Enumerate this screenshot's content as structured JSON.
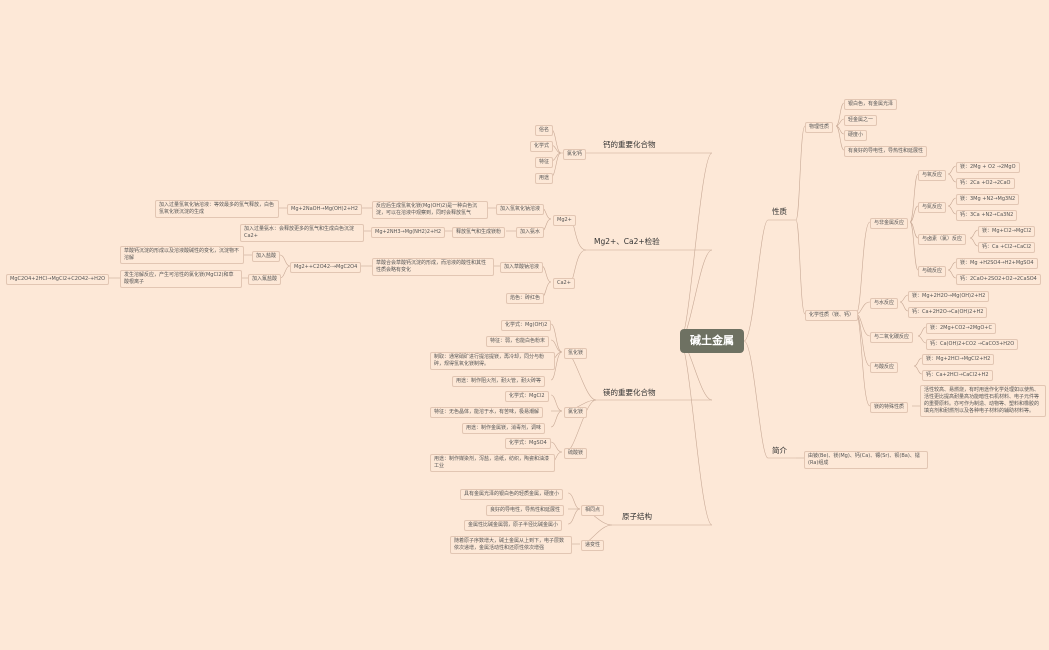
{
  "root": "碱土金属",
  "right": {
    "properties": {
      "label": "性质",
      "physical": {
        "label": "物理性质",
        "items": [
          "银白色，有金属光泽",
          "轻金属之一",
          "硬度小",
          "有良好的导电性，导热性和延展性"
        ]
      },
      "chemical": {
        "label": "化学性质（镁、钙）",
        "nonmetal": {
          "label": "与非金属反应",
          "groups": [
            {
              "label": "与氧反应",
              "items": [
                "镁：2Mg + O2 →2MgO",
                "钙：2Ca +O2→2CaO"
              ]
            },
            {
              "label": "与氮反应",
              "items": [
                "镁：3Mg +N2→Mg3N2",
                "钙：3Ca +N2→Ca3N2"
              ]
            },
            {
              "label": "与卤素（氯）反应",
              "items": [
                "镁：Mg+Cl2→MgCl2",
                "钙：Ca +Cl2→CaCl2"
              ]
            },
            {
              "label": "与硫反应",
              "items": [
                "镁：Mg +H2SO4→H2+MgSO4",
                "钙：2CaO+2SO2+O2→2CaSO4"
              ]
            }
          ]
        },
        "water": {
          "label": "与水反应",
          "items": [
            "镁：Mg+2H2O→Mg(OH)2+H2",
            "钙：Ca+2H2O→Ca(OH)2+H2"
          ]
        },
        "co2": {
          "label": "与二氧化碳反应",
          "items": [
            "镁：2Mg+CO2→2MgO+C",
            "钙：Ca(OH)2+CO2 →CaCO3+H2O"
          ]
        },
        "acid": {
          "label": "与酸反应",
          "items": [
            "镁：Mg+2HCl→MgCl2+H2",
            "钙：Ca+2HCl→CaCl2+H2"
          ]
        },
        "special": {
          "label": "镁的特殊性质",
          "text": "活性较高、易燃烧，有时用途作化学处理如以使热、活性更比提高耐量高功能暗性石机材料、电子元件等的重要原料。亦可作为制造、动物等、塑料和橡胶的填充剂和耐燃剂以及各种电子材料的辅助材料等。"
        }
      }
    },
    "intro": {
      "label": "简介",
      "text": "由铍(Be)、镁(Mg)、钙(Ca)、锶(Sr)、钡(Ba)、镭(Ra)组成"
    }
  },
  "left": {
    "calcium": {
      "label": "钙的重要化合物",
      "sub": "氯化钙",
      "items": [
        "俗名",
        "化学式",
        "特征",
        "用途"
      ]
    },
    "test": {
      "label": "Mg2+、Ca2+检验",
      "mg": {
        "label": "Mg2+",
        "naoh": {
          "label": "加入氢氧化钠溶液",
          "desc": "反应后生成氢氧化镁(Mg(OH)2)是一种白色沉淀，可以在溶液中观察到，同时会释放氢气",
          "eq": "Mg+2NaOH→Mg(OH)2+H2",
          "note": "加入过量氢氧化钠溶液：等效最多的氢气释放，白色氢氧化镁沉淀的生成"
        },
        "ammonia": {
          "label": "加入氨水",
          "desc": "释放氢气和生成镁粉",
          "eq": "Mg+2NH3→Mg(NH2)2+H2",
          "note": "加入过量氨水：会释放更多的氢气和生成白色沉淀Ca2+"
        }
      },
      "ca": {
        "label": "Ca2+",
        "oxalate": {
          "label": "加入草酸钠溶液",
          "desc": "草酸合会草酸钙沉淀的形成，而溶液的酸性和其性性质会略有变化",
          "eq": "Mg2++C2O42-→MgC2O4",
          "acid": {
            "label": "加入盐酸",
            "note": "草酸钙沉淀的形成以及溶液酸碱性的变化，沉淀物不溶解"
          },
          "flux": {
            "label": "加入氟盐酸",
            "note": "发生溶解反应，产生可溶性的氯化镁(MgCl2)和草酸根离子",
            "eq": "MgC2O4+2HCl→MgCl2+C2O42-+H2O"
          }
        },
        "flame": "焰色：砖红色"
      }
    },
    "magnesium": {
      "label": "镁的重要化合物",
      "hydroxide": {
        "label": "氢化镁",
        "items": [
          "化学式：Mg(OH)2",
          "特征：弱，也能白色粉末",
          "制取：通常硝矿进行提溶提镁，再冷却，同分与粉碎，规得氢氧化镁制得。",
          "用途：制作阻火剂，耐火管，耐火砖等"
        ]
      },
      "chloride": {
        "label": "氯化镁",
        "items": [
          "化学式：MgCl2",
          "特征：无色晶体，能溶于水，有苦味，极易潮解",
          "用途：制作金属镁，消毒剂，调味"
        ]
      },
      "sulfate": {
        "label": "硫酸镁",
        "items": [
          "化学式：MgSO4",
          "用途：制作媒染剂，泻盐，造纸，纺织，陶瓷和油漆工业"
        ]
      }
    },
    "atomic": {
      "label": "原子结构",
      "similar": {
        "label": "相同点",
        "items": [
          "具有金属光泽的银白色的轻质金属，硬度小",
          "良好的导电性，导热性和延展性",
          "金属性比碱金属弱，原子半径比碱金属小"
        ]
      },
      "diff": {
        "label": "递变性",
        "text": "随着原子序数增大，碱土金属从上到下，电子层数依次递增，金属活动性和还原性依次增强"
      }
    }
  }
}
